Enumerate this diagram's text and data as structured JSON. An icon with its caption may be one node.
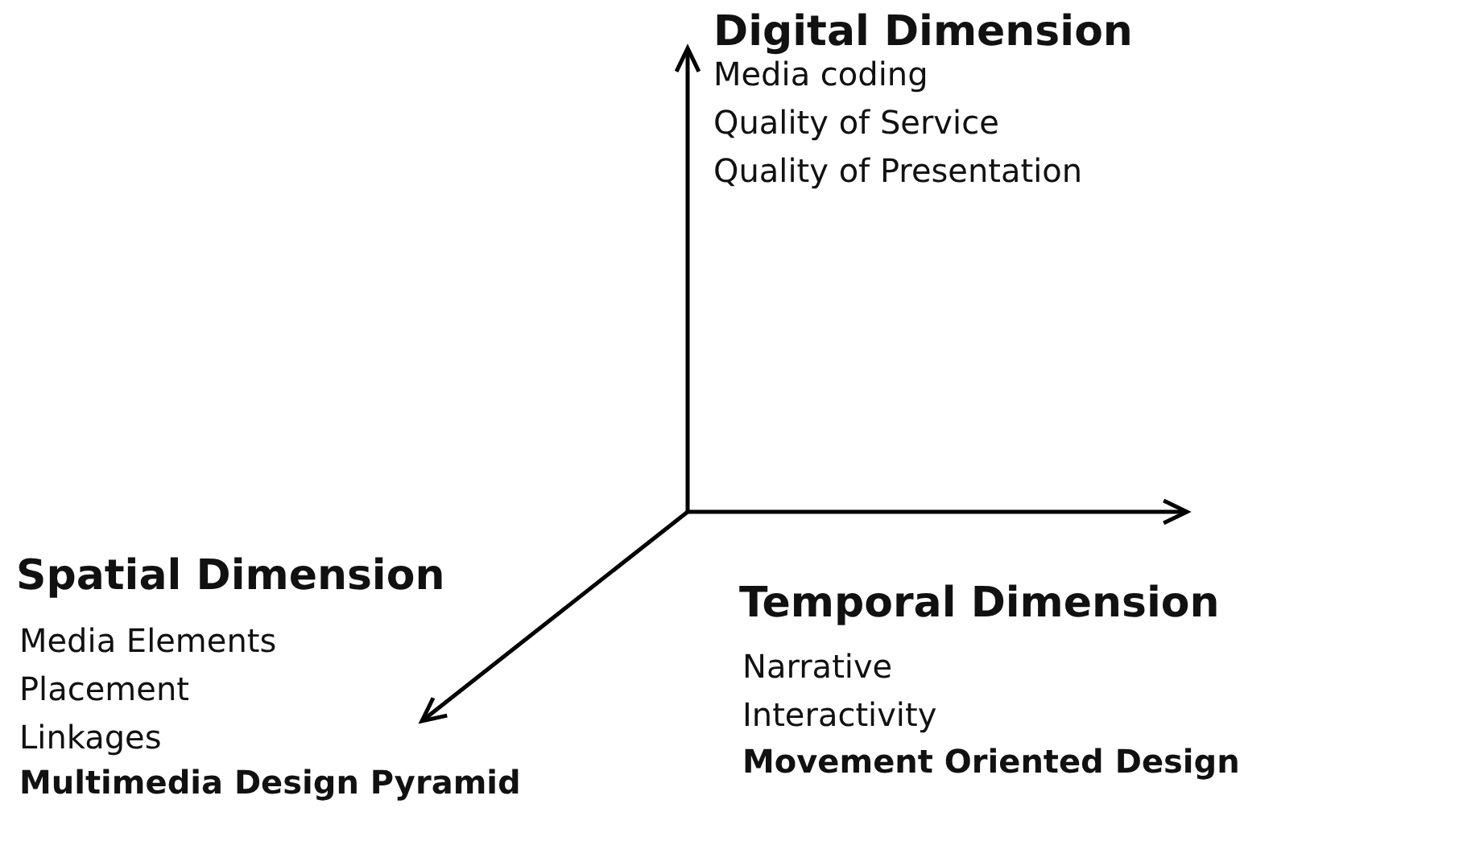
{
  "diagram": {
    "labels": [
      "Digital Dimension",
      "Media coding",
      "Quality of Service",
      "Quality of Presentation",
      "Spatial Dimension",
      "Media Elements",
      "Placement",
      "Linkages",
      "Multimedia Design Pyramid",
      "Temporal Dimension",
      "Narrative",
      "Interactivity",
      "Movement Oriented Design"
    ]
  }
}
